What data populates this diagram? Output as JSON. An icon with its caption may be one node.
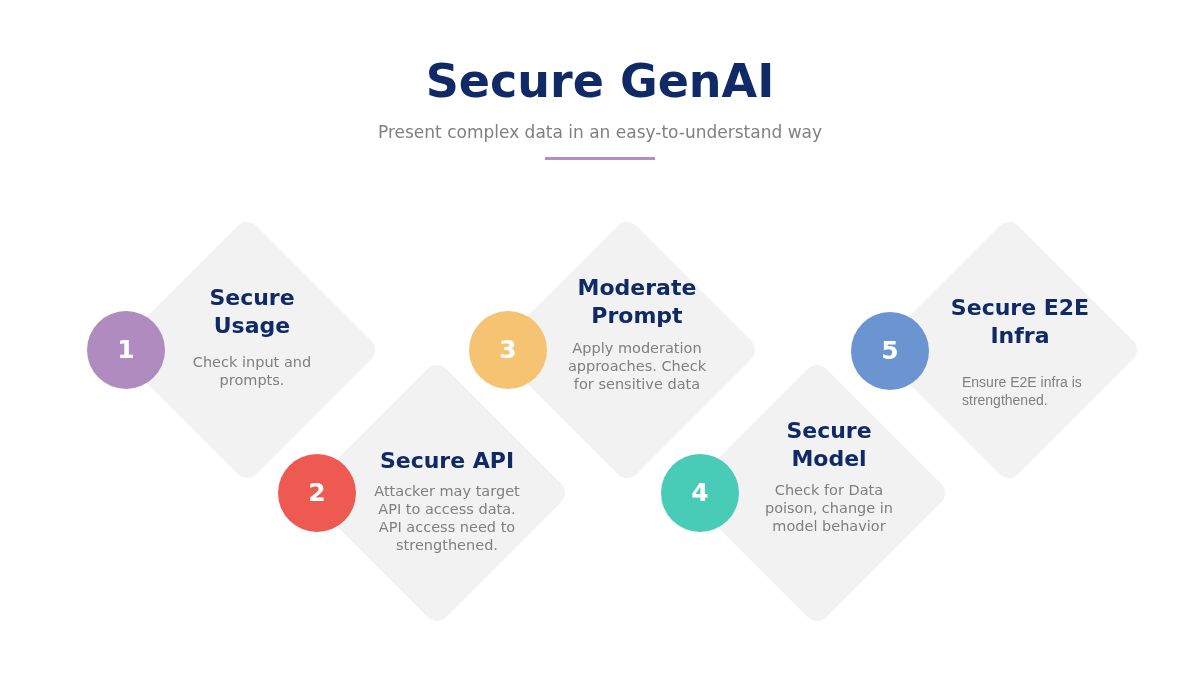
{
  "diagram": {
    "title": "Secure GenAI",
    "nodes": [
      {
        "text": [
          "1"
        ]
      },
      {
        "text": [
          "Secure Usage",
          "Check input and prompts."
        ]
      },
      {
        "text": [
          "2"
        ]
      },
      {
        "text": [
          "Secure API",
          "Attacker may target API to access data. API access need to strengthened."
        ]
      },
      {
        "text": [
          "3"
        ]
      },
      {
        "text": [
          "Moderate Prompt",
          "Apply moderation approaches. Check for sensitive data"
        ]
      },
      {
        "text": [
          "4"
        ]
      },
      {
        "text": [
          "Secure Model",
          "Check for Data poison, change in model behavior"
        ]
      },
      {
        "text": [
          "5"
        ]
      },
      {
        "text": [
          "Secure E2E Infra",
          "Ensure E2E infra is strengthened."
        ]
      }
    ],
    "labels": [
      "Present complex data in an easy-to-understand way"
    ]
  }
}
